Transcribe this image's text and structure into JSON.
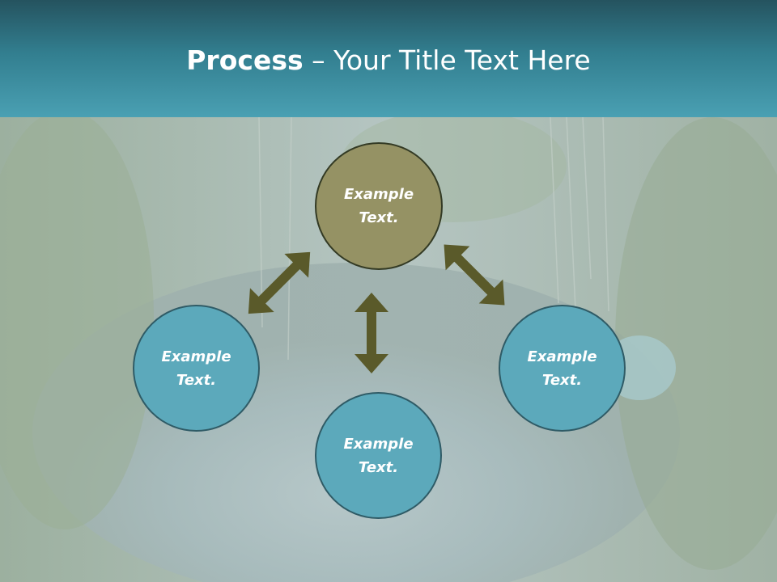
{
  "slide": {
    "title_bold": "Process",
    "title_rest": " – Your Title Text Here"
  },
  "circles": {
    "top": "Example\nText.",
    "left": "Example\nText.",
    "right": "Example\nText.",
    "bottom": "Example\nText."
  },
  "colors": {
    "header": "#327e8f",
    "teal_circle": "#5ca9bb",
    "olive_circle": "#959264",
    "arrow": "#5a5a2a"
  },
  "icons": [
    "double-headed-arrow"
  ]
}
